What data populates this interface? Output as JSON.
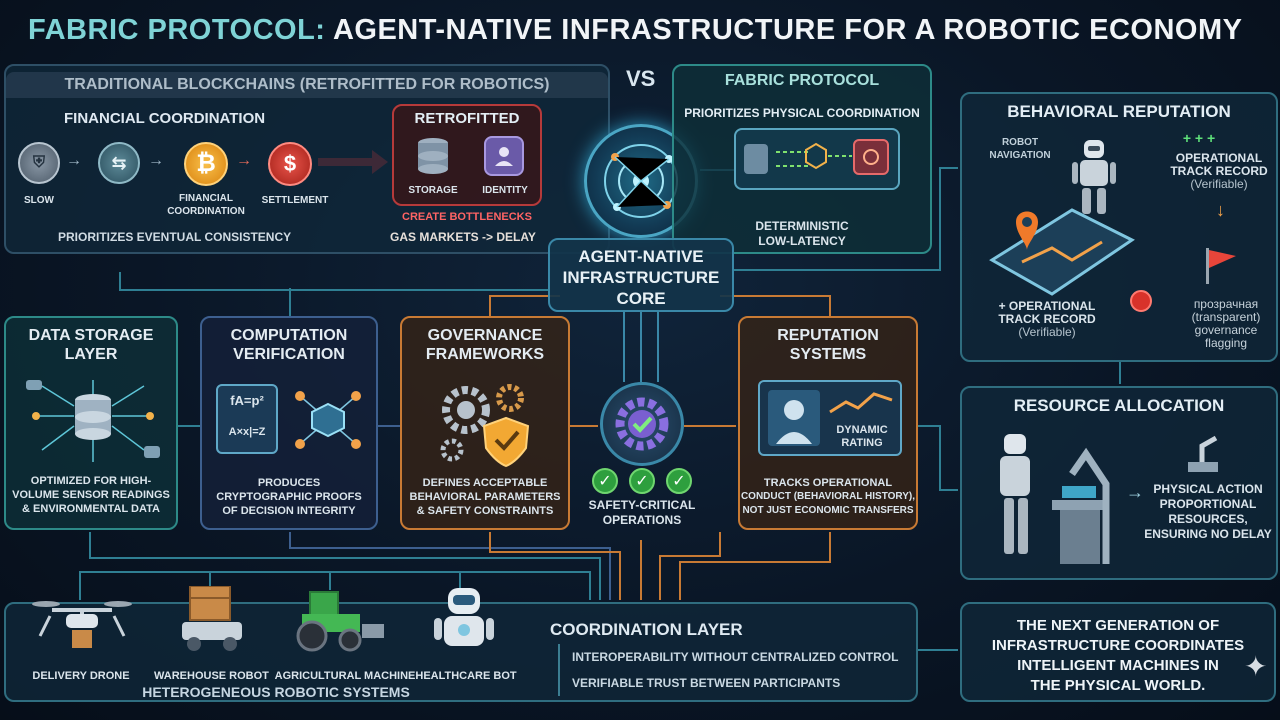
{
  "title": {
    "accent": "FABRIC PROTOCOL:",
    "rest": "AGENT-NATIVE INFRASTRUCTURE FOR A ROBOTIC ECONOMY"
  },
  "vs": "VS",
  "traditional": {
    "header": "TRADITIONAL BLOCKCHAINS (RETROFITTED FOR ROBOTICS)",
    "subheader": "FINANCIAL COORDINATION",
    "flow": [
      "SLOW",
      "FINANCIAL COORDINATION",
      "SETTLEMENT"
    ],
    "footer": "PRIORITIZES EVENTUAL CONSISTENCY",
    "retrofitted": {
      "header": "RETROFITTED",
      "storage": "STORAGE",
      "identity": "IDENTITY"
    },
    "bottleneck": "CREATE BOTTLENECKS",
    "gas": "GAS MARKETS -> DELAY"
  },
  "fabric": {
    "header": "FABRIC PROTOCOL",
    "subheader": "PRIORITIZES PHYSICAL COORDINATION",
    "footer": [
      "DETERMINISTIC",
      "LOW-LATENCY"
    ]
  },
  "core": [
    "AGENT-NATIVE",
    "INFRASTRUCTURE",
    "CORE"
  ],
  "behavioral": {
    "header": "BEHAVIORAL REPUTATION",
    "nav": [
      "ROBOT",
      "NAVIGATION"
    ],
    "track_right": [
      "OPERATIONAL",
      "TRACK RECORD",
      "(Verifiable)"
    ],
    "track_right_plus": "+ + +",
    "track_left": [
      "+ OPERATIONAL",
      "TRACK RECORD",
      "(Verifiable)"
    ],
    "flag": [
      "прозрачная",
      "(transparent)",
      "governance",
      "flagging"
    ]
  },
  "resource": {
    "header": "RESOURCE ALLOCATION",
    "text": [
      "PHYSICAL ACTION",
      "PROPORTIONAL",
      "RESOURCES,",
      "ENSURING NO DELAY"
    ]
  },
  "layers": {
    "storage": {
      "header": [
        "DATA STORAGE",
        "LAYER"
      ],
      "text": [
        "OPTIMIZED FOR HIGH-",
        "VOLUME SENSOR READINGS",
        "& ENVIRONMENTAL DATA"
      ]
    },
    "compute": {
      "header": [
        "COMPUTATION",
        "VERIFICATION"
      ],
      "formula1": "fA=p²",
      "formula2": "A×x|=Z",
      "text": [
        "PRODUCES",
        "CRYPTOGRAPHIC PROOFS",
        "OF DECISION INTEGRITY"
      ]
    },
    "governance": {
      "header": [
        "GOVERNANCE",
        "FRAMEWORKS"
      ],
      "text": [
        "DEFINES ACCEPTABLE",
        "BEHAVIORAL PARAMETERS",
        "& SAFETY CONSTRAINTS"
      ]
    },
    "safety": [
      "SAFETY-CRITICAL",
      "OPERATIONS"
    ],
    "reputation": {
      "header": [
        "REPUTATION",
        "SYSTEMS"
      ],
      "rating": [
        "DYNAMIC",
        "RATING"
      ],
      "text": [
        "TRACKS OPERATIONAL",
        "CONDUCT (BEHAVIORAL HISTORY),",
        "NOT JUST ECONOMIC TRANSFERS"
      ]
    }
  },
  "robots": {
    "items": [
      "DELIVERY DRONE",
      "WAREHOUSE ROBOT",
      "AGRICULTURAL MACHINE",
      "HEALTHCARE BOT"
    ],
    "label": "HETEROGENEOUS ROBOTIC SYSTEMS"
  },
  "coordination": {
    "header": "COORDINATION LAYER",
    "bullets": [
      "INTEROPERABILITY WITHOUT CENTRALIZED CONTROL",
      "VERIFIABLE TRUST BETWEEN PARTICIPANTS"
    ]
  },
  "nextgen": [
    "THE NEXT GENERATION OF",
    "INFRASTRUCTURE COORDINATES",
    "INTELLIGENT MACHINES IN",
    "THE PHYSICAL WORLD."
  ],
  "colors": {
    "teal": "#2d8a88",
    "orange": "#c87a34",
    "blue": "#3d5f8f",
    "red": "#b63a3a",
    "bitcoin": "#f2a01e"
  }
}
